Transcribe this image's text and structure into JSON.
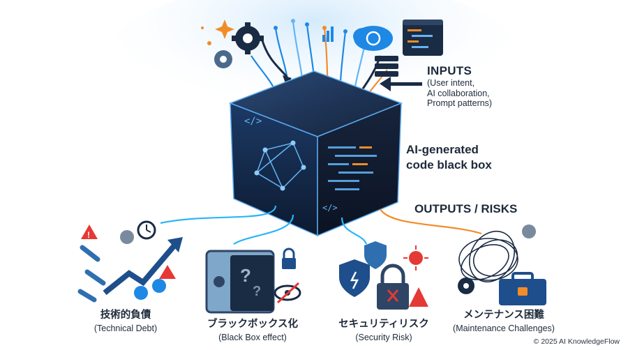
{
  "inputs": {
    "title": "INPUTS",
    "subtitle": "(User intent,\nAI collaboration,\nPrompt patterns)"
  },
  "black_box": {
    "label": "AI-generated\ncode black box"
  },
  "outputs": {
    "title": "OUTPUTS / RISKS",
    "items": [
      {
        "jp": "技術的負債",
        "en": "(Technical Debt)"
      },
      {
        "jp": "ブラックボックス化",
        "en": "(Black Box effect)"
      },
      {
        "jp": "セキュリティリスク",
        "en": "(Security Risk)"
      },
      {
        "jp": "メンテナンス困難",
        "en": "(Maintenance Challenges)"
      }
    ]
  },
  "icons": {
    "inputs": [
      "sparkle-icon",
      "gear-icon",
      "server-icon",
      "cloud-sync-icon",
      "code-window-icon",
      "database-icon",
      "bar-chart-icon"
    ],
    "technical_debt": [
      "broken-chain-icon",
      "warning-icon",
      "gear-icon",
      "clock-icon",
      "rising-arrow-icon",
      "dollar-coin-icon"
    ],
    "black_box": [
      "safe-icon",
      "question-mark-icon",
      "lock-icon",
      "crossed-eye-icon"
    ],
    "security": [
      "shield-icon",
      "virus-icon",
      "padlock-icon",
      "warning-icon"
    ],
    "maintenance": [
      "tangle-icon",
      "gear-icon",
      "toolbox-icon",
      "padlock-icon"
    ]
  },
  "colors": {
    "accent_blue": "#1e88e5",
    "accent_orange": "#f28c28",
    "cube_dark": "#15223a",
    "warning_red": "#e53935",
    "text": "#1d2a3a"
  },
  "copyright": "© 2025 AI KnowledgeFlow"
}
